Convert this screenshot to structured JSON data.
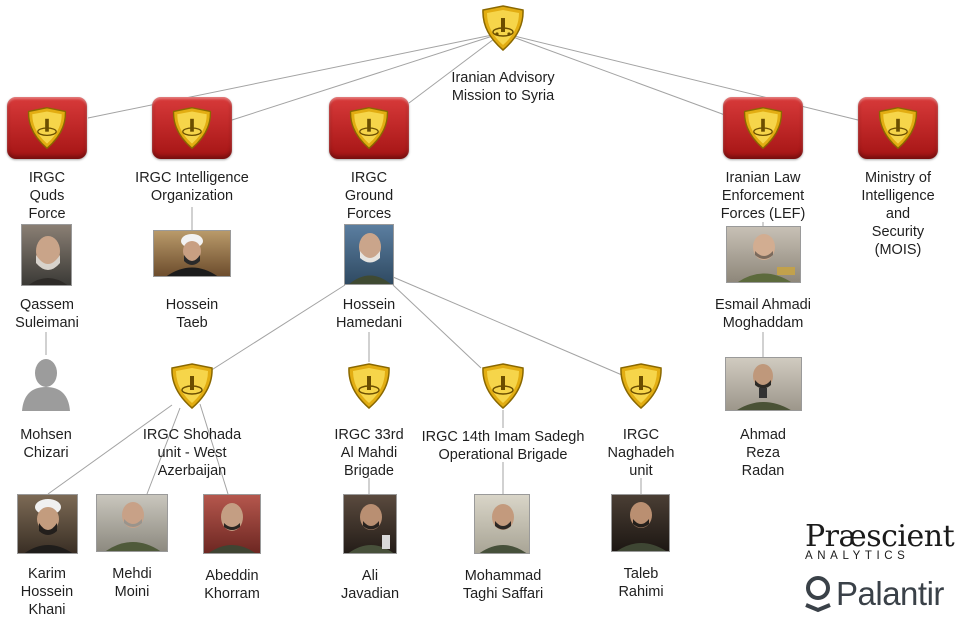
{
  "nodes": {
    "root": "Iranian Advisory\nMission to Syria",
    "quds": "IRGC\nQuds\nForce",
    "intel": "IRGC Intelligence\nOrganization",
    "ground": "IRGC\nGround\nForces",
    "lef": "Iranian Law\nEnforcement\nForces (LEF)",
    "mois": "Ministry of\nIntelligence and\nSecurity (MOIS)",
    "shohada": "IRGC Shohada\nunit - West\nAzerbaijan",
    "mahdi": "IRGC 33rd\nAl Mahdi\nBrigade",
    "sadegh": "IRGC 14th Imam Sadegh\nOperational Brigade",
    "naghadeh": "IRGC\nNaghadeh\nunit"
  },
  "people": {
    "suleimani": "Qassem\nSuleimani",
    "taeb": "Hossein\nTaeb",
    "hamedani": "Hossein\nHamedani",
    "moghaddam": "Esmail Ahmadi\nMoghaddam",
    "chizari": "Mohsen\nChizari",
    "radan": "Ahmad\nReza\nRadan",
    "khani": "Karim\nHossein\nKhani",
    "moini": "Mehdi\nMoini",
    "khorram": "Abeddin\nKhorram",
    "javadian": "Ali\nJavadian",
    "saffari": "Mohammad\nTaghi Saffari",
    "rahimi": "Taleb\nRahimi"
  },
  "logos": {
    "prescient_name": "Præscient",
    "prescient_sub": "ANALYTICS",
    "palantir_name": "Palantir"
  },
  "colors": {
    "box_red": "#b81c1c",
    "shield_gold": "#e9b820",
    "edge": "#9a9a9a"
  }
}
